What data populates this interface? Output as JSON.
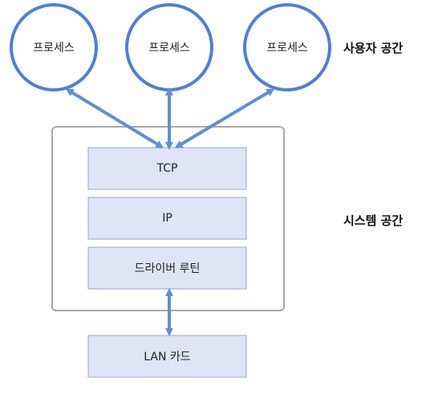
{
  "user_space": {
    "label": "사용자 공간",
    "processes": [
      {
        "label": "프로세스"
      },
      {
        "label": "프로세스"
      },
      {
        "label": "프로세스"
      }
    ]
  },
  "system_space": {
    "label": "시스템 공간",
    "layers": [
      {
        "label": "TCP"
      },
      {
        "label": "IP"
      },
      {
        "label": "드라이버 루틴"
      }
    ]
  },
  "hardware": {
    "label": "LAN 카드"
  },
  "colors": {
    "circle_stroke": "#4f7fd6",
    "arrow": "#5f8ed8",
    "box_fill": "#dfe5f6",
    "box_stroke": "#9aa8c8",
    "frame_stroke": "#a9a9a9"
  }
}
